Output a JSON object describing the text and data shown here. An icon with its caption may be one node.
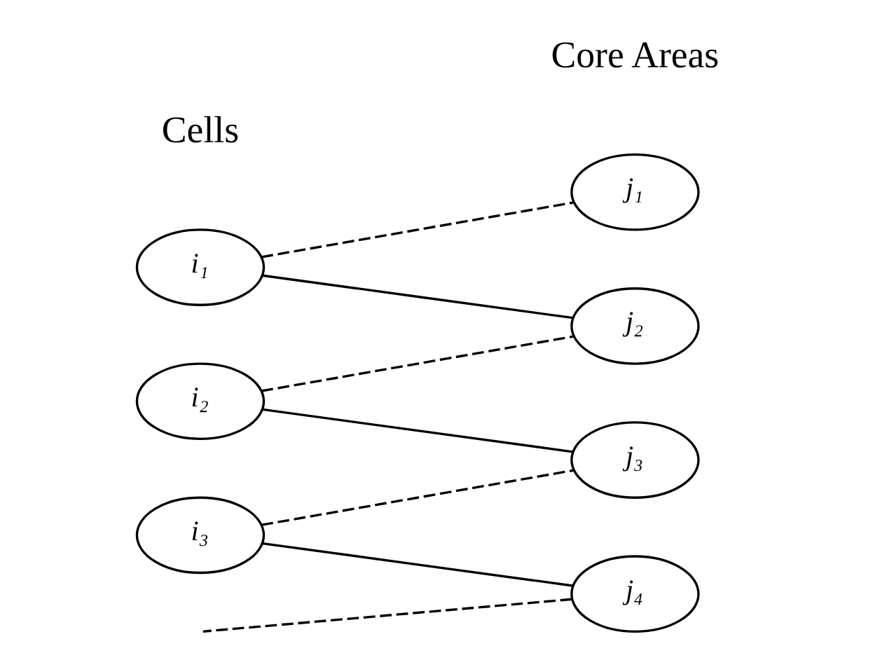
{
  "diagram": {
    "nodes": [
      {
        "text": [
          "j₁"
        ]
      },
      {
        "text": [
          "i₁"
        ]
      },
      {
        "text": [
          "j₂"
        ]
      },
      {
        "text": [
          "i₂"
        ]
      },
      {
        "text": [
          "j₃"
        ]
      },
      {
        "text": [
          "i₃"
        ]
      },
      {
        "text": [
          "j₄"
        ]
      }
    ],
    "edges": [
      {
        "from": 1,
        "to": 0,
        "arrow": "none",
        "style": "dashed"
      },
      {
        "from": 1,
        "to": 2,
        "arrow": "none"
      },
      {
        "from": 3,
        "to": 2,
        "arrow": "none",
        "style": "dashed"
      },
      {
        "from": 3,
        "to": 4,
        "arrow": "none"
      },
      {
        "from": 5,
        "to": 4,
        "arrow": "none",
        "style": "dashed"
      },
      {
        "from": 5,
        "to": 6,
        "arrow": "none"
      },
      {
        "from": 6,
        "to": null,
        "arrow": "none",
        "style": "dashed"
      }
    ],
    "labels": [
      "Cells",
      "Core Areas"
    ]
  }
}
